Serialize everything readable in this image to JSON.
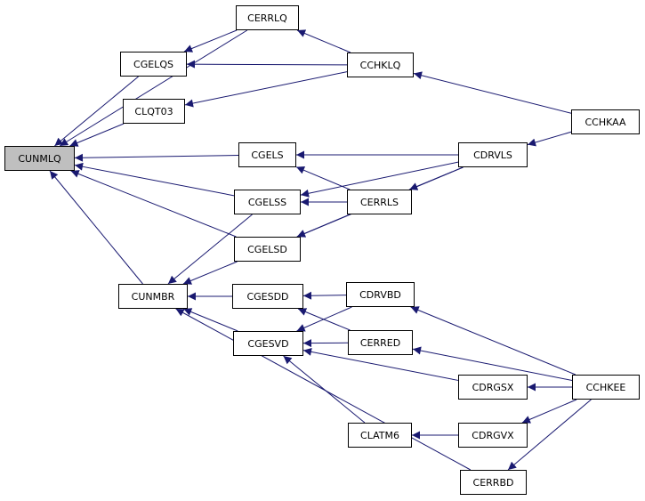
{
  "graph": {
    "root": "CUNMLQ",
    "edge_color": "#191970",
    "root_fill": "#bfbfbf",
    "nodes": [
      "CUNMLQ",
      "CERRLQ",
      "CGELQS",
      "CLQT03",
      "CGELS",
      "CGELSS",
      "CGELSD",
      "CUNMBR",
      "CCHKLQ",
      "CCHKAA",
      "CDRVLS",
      "CERRLS",
      "CGESDD",
      "CGESVD",
      "CDRVBD",
      "CERRED",
      "CDRGSX",
      "CCHKEE",
      "CLATM6",
      "CDRGVX",
      "CERRBD"
    ],
    "edges": [
      {
        "from": "CERRLQ",
        "to": "CUNMLQ"
      },
      {
        "from": "CGELQS",
        "to": "CUNMLQ"
      },
      {
        "from": "CLQT03",
        "to": "CUNMLQ"
      },
      {
        "from": "CGELS",
        "to": "CUNMLQ"
      },
      {
        "from": "CGELSS",
        "to": "CUNMLQ"
      },
      {
        "from": "CGELSD",
        "to": "CUNMLQ"
      },
      {
        "from": "CUNMBR",
        "to": "CUNMLQ"
      },
      {
        "from": "CERRLQ",
        "to": "CGELQS"
      },
      {
        "from": "CCHKLQ",
        "to": "CERRLQ"
      },
      {
        "from": "CCHKLQ",
        "to": "CGELQS"
      },
      {
        "from": "CCHKLQ",
        "to": "CLQT03"
      },
      {
        "from": "CCHKAA",
        "to": "CCHKLQ"
      },
      {
        "from": "CCHKAA",
        "to": "CDRVLS"
      },
      {
        "from": "CDRVLS",
        "to": "CGELS"
      },
      {
        "from": "CDRVLS",
        "to": "CGELSS"
      },
      {
        "from": "CDRVLS",
        "to": "CGELSD"
      },
      {
        "from": "CDRVLS",
        "to": "CERRLS"
      },
      {
        "from": "CERRLS",
        "to": "CGELS"
      },
      {
        "from": "CERRLS",
        "to": "CGELSS"
      },
      {
        "from": "CERRLS",
        "to": "CGELSD"
      },
      {
        "from": "CGELSS",
        "to": "CUNMBR"
      },
      {
        "from": "CGELSD",
        "to": "CUNMBR"
      },
      {
        "from": "CGESDD",
        "to": "CUNMBR"
      },
      {
        "from": "CGESVD",
        "to": "CUNMBR"
      },
      {
        "from": "CERRBD",
        "to": "CUNMBR"
      },
      {
        "from": "CDRVBD",
        "to": "CGESDD"
      },
      {
        "from": "CERRED",
        "to": "CGESDD"
      },
      {
        "from": "CDRVBD",
        "to": "CGESVD"
      },
      {
        "from": "CERRED",
        "to": "CGESVD"
      },
      {
        "from": "CDRGSX",
        "to": "CGESVD"
      },
      {
        "from": "CLATM6",
        "to": "CGESVD"
      },
      {
        "from": "CCHKEE",
        "to": "CDRVBD"
      },
      {
        "from": "CCHKEE",
        "to": "CERRED"
      },
      {
        "from": "CCHKEE",
        "to": "CDRGSX"
      },
      {
        "from": "CCHKEE",
        "to": "CDRGVX"
      },
      {
        "from": "CCHKEE",
        "to": "CERRBD"
      },
      {
        "from": "CDRGVX",
        "to": "CLATM6"
      }
    ]
  }
}
